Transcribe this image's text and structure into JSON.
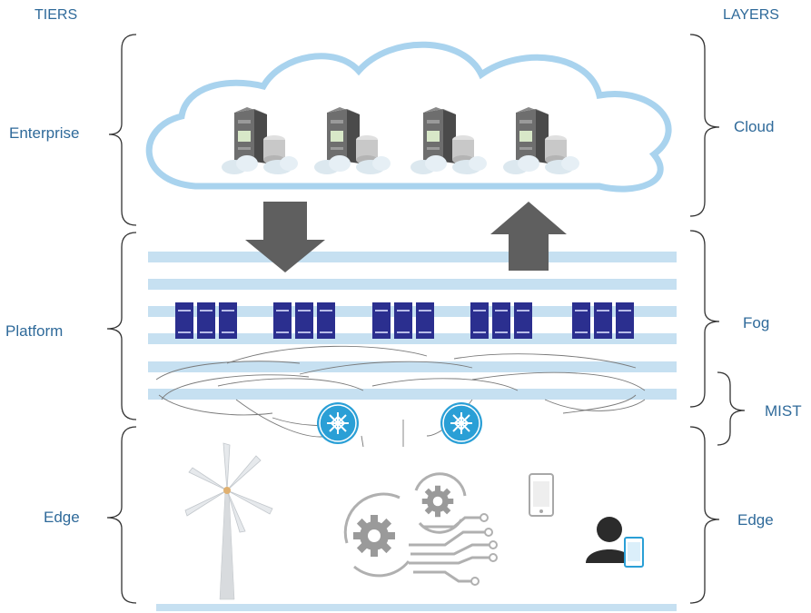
{
  "tiers": {
    "header": "TIERS",
    "enterprise": "Enterprise",
    "platform": "Platform",
    "edge": "Edge"
  },
  "layers": {
    "header": "LAYERS",
    "cloud": "Cloud",
    "fog": "Fog",
    "mist": "MIST",
    "edge": "Edge"
  },
  "colors": {
    "label": "#2f6a9a",
    "band": "#c6e0f1",
    "cloud_outline": "#a9d3ee",
    "arrow": "#5f5f5f",
    "server_rack": "#2b2f8f",
    "mist_node": "#2a9fd6",
    "brace": "#333333"
  },
  "icons": {
    "enterprise_server": "server-icon",
    "fog_server": "server-rack-icon",
    "mist_node": "network-node-icon",
    "wind_turbine": "wind-turbine-icon",
    "automation": "gears-circuit-icon",
    "phone": "smartphone-icon",
    "user": "user-with-device-icon"
  }
}
